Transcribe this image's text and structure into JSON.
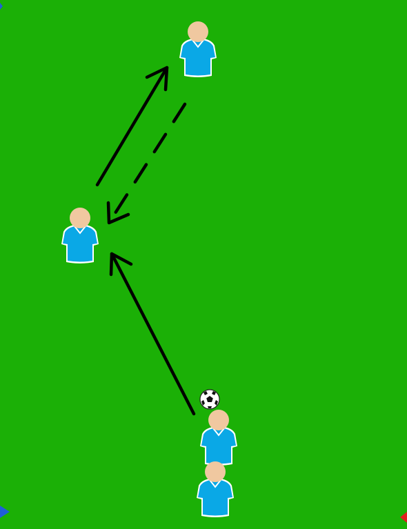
{
  "pitch": {
    "field_color": "#1bb006",
    "arrow_color": "#000000"
  },
  "players": [
    {
      "id": "player-top",
      "shirt_color": "#0aa8e6",
      "skin_color": "#f0c8a0"
    },
    {
      "id": "player-left",
      "shirt_color": "#0aa8e6",
      "skin_color": "#f0c8a0"
    },
    {
      "id": "player-bottom-front",
      "shirt_color": "#0aa8e6",
      "skin_color": "#f0c8a0",
      "has_ball": true
    },
    {
      "id": "player-bottom-back",
      "shirt_color": "#0aa8e6",
      "skin_color": "#f0c8a0"
    }
  ],
  "arrows": [
    {
      "id": "run-diagonal-up-left",
      "style": "solid"
    },
    {
      "id": "run-up-right",
      "style": "solid"
    },
    {
      "id": "pass-down-left",
      "style": "dashed"
    }
  ],
  "edge_markers": [
    {
      "id": "blue-marker-bottom-left",
      "color": "#1f5fd8"
    },
    {
      "id": "red-marker-bottom-right",
      "color": "#e02020"
    },
    {
      "id": "blue-marker-top-left",
      "color": "#1f5fd8"
    }
  ],
  "ball": {
    "icon": "soccer-ball-icon"
  }
}
